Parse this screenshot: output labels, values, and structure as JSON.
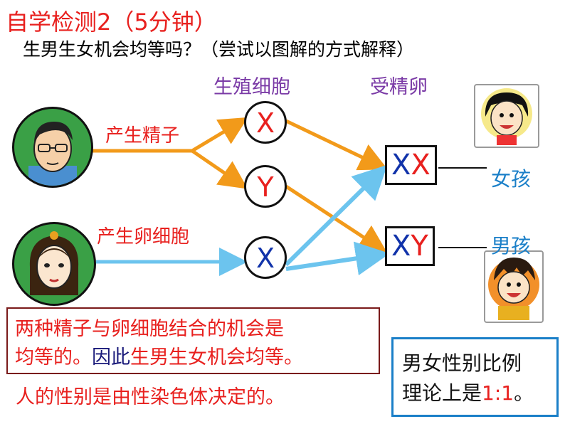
{
  "title": "自学检测2（5分钟）",
  "question": "生男生女机会均等吗？（尝试以图解的方式解释）",
  "headers": {
    "gamete": "生殖细胞",
    "zygote": "受精卵"
  },
  "labels": {
    "sperm": "产生精子",
    "egg": "产生卵细胞"
  },
  "gametes": {
    "sperm_x": "X",
    "sperm_y": "Y",
    "egg_x": "X"
  },
  "zygotes": {
    "xx": {
      "a": "X",
      "b": "X"
    },
    "xy": {
      "a": "X",
      "b": "Y"
    }
  },
  "outcomes": {
    "girl": "女孩",
    "boy": "男孩"
  },
  "note_box": {
    "line1": "两种精子与卵细胞结合的机会是",
    "line2_a": "均等的。",
    "line2_b": "因此",
    "line2_c": "生男生女机会均等。"
  },
  "note_bottom": "人的性别是由性染色体决定的。",
  "ratio_box": {
    "line1": "男女性别比例",
    "line2_a": "理论上是",
    "line2_b": "1:1",
    "line2_c": "。"
  },
  "colors": {
    "red": "#e8201e",
    "orange": "#f29a1a",
    "lightblue": "#6cc4ee",
    "purple": "#7a3aa6",
    "blue": "#1a7fc8"
  }
}
